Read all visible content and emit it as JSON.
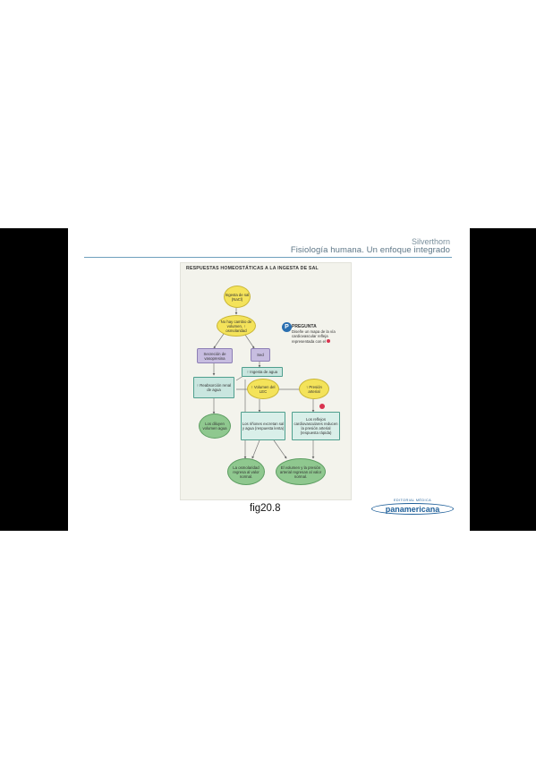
{
  "header": {
    "author": "Silverthorn",
    "book": "Fisiología humana. Un enfoque integrado"
  },
  "diagram": {
    "title": "RESPUESTAS HOMEOSTÁTICAS A LA INGESTA DE SAL",
    "nodes": {
      "ingesta": "Ingesta de sal (NaCl)",
      "sin_cambio": "No hay cambio de volumen, ↑ osmolaridad",
      "vasopresina": "Secreción de vasopresina",
      "sed": "Sed",
      "ingesta_agua": "↑ Ingesta de agua",
      "reabsorcion": "↑ Reabsorción renal de agua",
      "volumen_lec": "↑ Volumen del LEC",
      "presion": "↑ Presión arterial",
      "diluir": "Los diluyen volumen agua",
      "rinones": "Los riñones excretan sal y agua (respuesta lenta)",
      "reflejos": "Los reflejos cardiovasculares reducen la presión arterial (respuesta rápida)",
      "osmolaridad_normal": "La osmolaridad regresa al valor normal.",
      "volumen_normal": "El volumen y la presión arterial regresan al valor normal."
    },
    "question": {
      "badge": "P",
      "title": "PREGUNTA",
      "text": "Diseñe un mapa de la vía cardiovascular refleja representada con el"
    },
    "colors": {
      "yellow": "#f4e35a",
      "green": "#8fc88f",
      "purple": "#c7bde0",
      "teal": "#c9e6df",
      "marker": "#d9334f"
    }
  },
  "caption": "fig20.8",
  "publisher": {
    "top": "EDITORIAL MÉDICA",
    "name": "panamericana"
  }
}
